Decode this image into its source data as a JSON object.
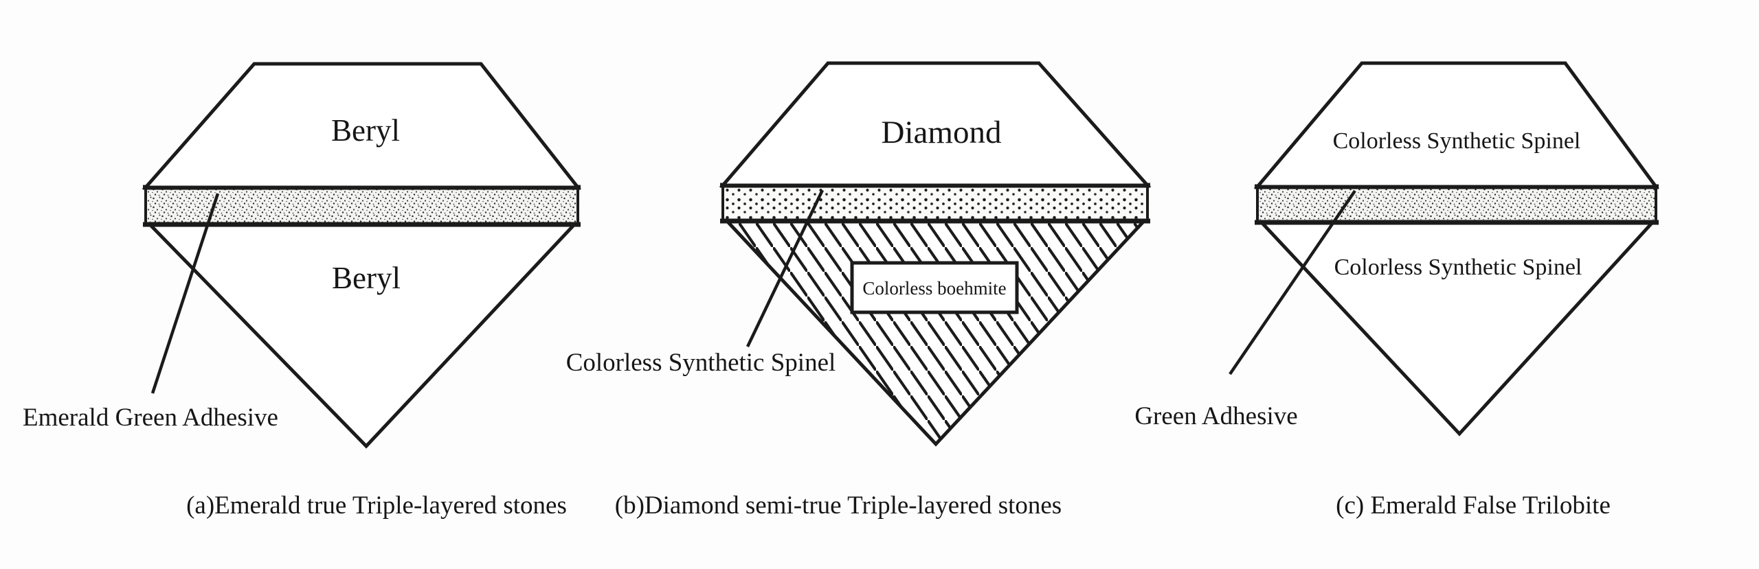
{
  "figure": {
    "background": "#fdfdfd",
    "line_color": "#1b1b1b",
    "panels": [
      {
        "id": "a",
        "crown_label": "Beryl",
        "pavilion_label": "Beryl",
        "annotation": "Emerald Green Adhesive",
        "caption": "(a)Emerald true Triple-layered stones",
        "middle_layer_texture": "fine-stipple"
      },
      {
        "id": "b",
        "crown_label": "Diamond",
        "inset_box_label": "Colorless boehmite",
        "annotation": "Colorless Synthetic Spinel",
        "caption": "(b)Diamond semi-true Triple-layered stones",
        "middle_layer_texture": "coarse-dots",
        "pavilion_texture": "diagonal-hatch"
      },
      {
        "id": "c",
        "crown_label": "Colorless Synthetic Spinel",
        "pavilion_label": "Colorless Synthetic Spinel",
        "annotation": "Green Adhesive",
        "caption": "(c) Emerald False Trilobite",
        "middle_layer_texture": "fine-stipple"
      }
    ]
  }
}
